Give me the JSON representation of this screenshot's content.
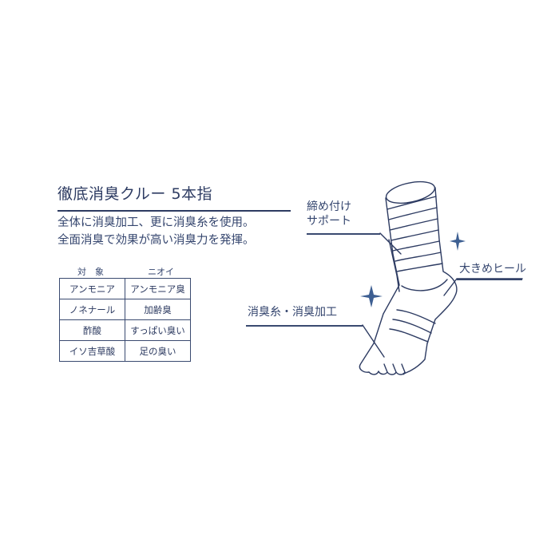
{
  "product": {
    "title": "徹底消臭クルー 5本指",
    "description": [
      "全体に消臭加工、更に消臭糸を使用。",
      "全面消臭で効果が高い消臭力を発揮。"
    ]
  },
  "odor_table": {
    "headers": [
      "対　象",
      "ニオイ"
    ],
    "rows": [
      [
        "アンモニア",
        "アンモニア臭"
      ],
      [
        "ノネナール",
        "加齢臭"
      ],
      [
        "酢酸",
        "すっぱい臭い"
      ],
      [
        "イソ吉草酸",
        "足の臭い"
      ]
    ]
  },
  "callouts": {
    "support_line1": "締め付け",
    "support_line2": "サポート",
    "heel": "大きめヒール",
    "deodorant": "消臭糸・消臭加工"
  },
  "icons": [
    "sparkle-icon",
    "sparkle-icon"
  ],
  "colors": {
    "ink": "#2d3b62",
    "sparkle": "#3d5f92",
    "background": "#ffffff"
  }
}
